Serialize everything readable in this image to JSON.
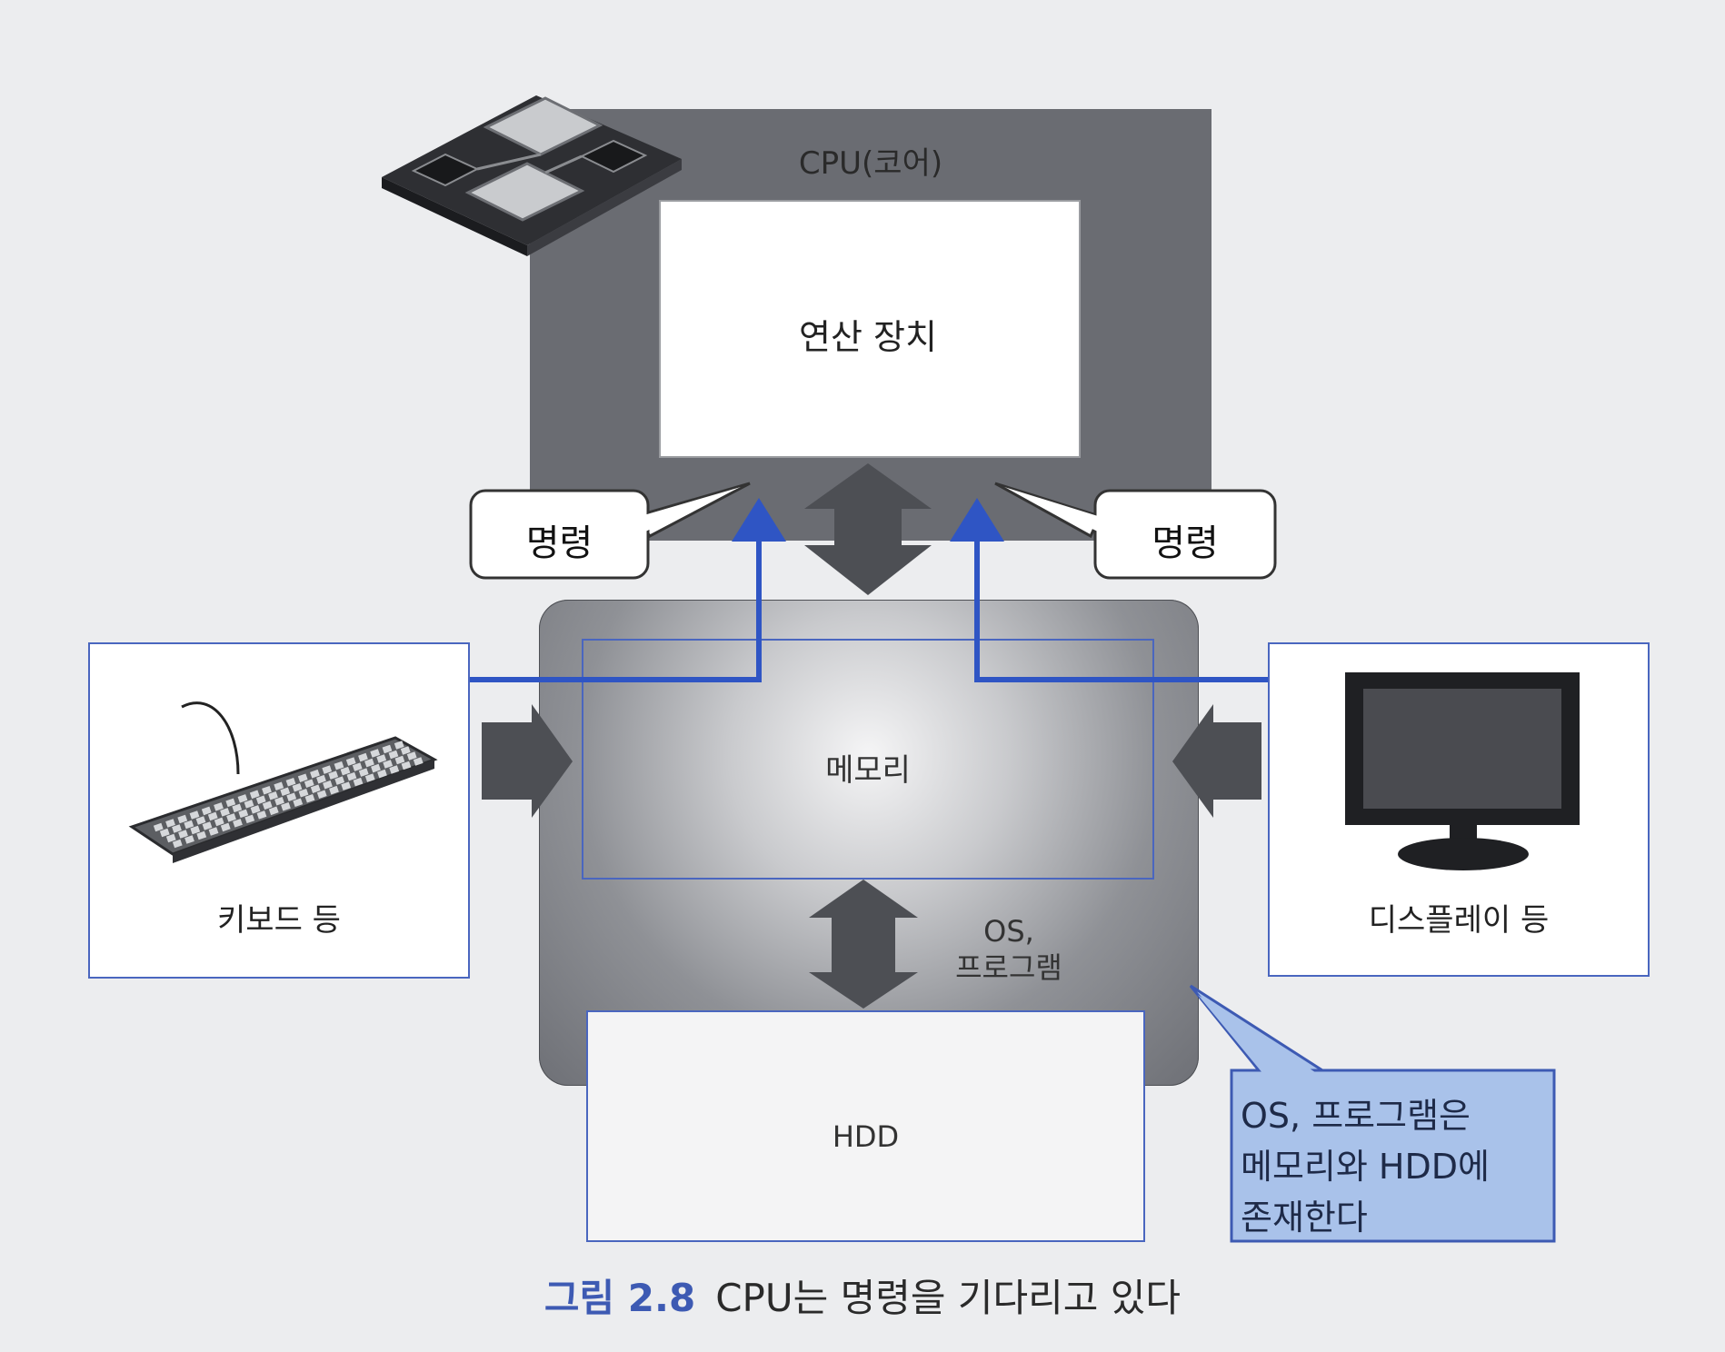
{
  "cpu": {
    "title": "CPU(코어)",
    "alu_label": "연산 장치"
  },
  "callouts": {
    "left": "명령",
    "right": "명령"
  },
  "memory": {
    "label": "메모리"
  },
  "storage": {
    "label": "HDD",
    "transfer_label_line1": "OS,",
    "transfer_label_line2": "프로그램"
  },
  "devices": {
    "keyboard_label": "키보드 등",
    "display_label": "디스플레이 등"
  },
  "note": {
    "line1": "OS, 프로그램은",
    "line2": "메모리와 HDD에",
    "line3": "존재한다"
  },
  "caption": {
    "figure_number": "그림 2.8",
    "text": "CPU는 명령을 기다리고 있다"
  },
  "colors": {
    "accent_blue": "#2f55c4",
    "frame_blue": "#4a66bf",
    "dark_gray": "#4d4f54",
    "note_fill": "#a9c2ea"
  },
  "icons": [
    "cpu-chip-icon",
    "keyboard-icon",
    "monitor-icon"
  ]
}
